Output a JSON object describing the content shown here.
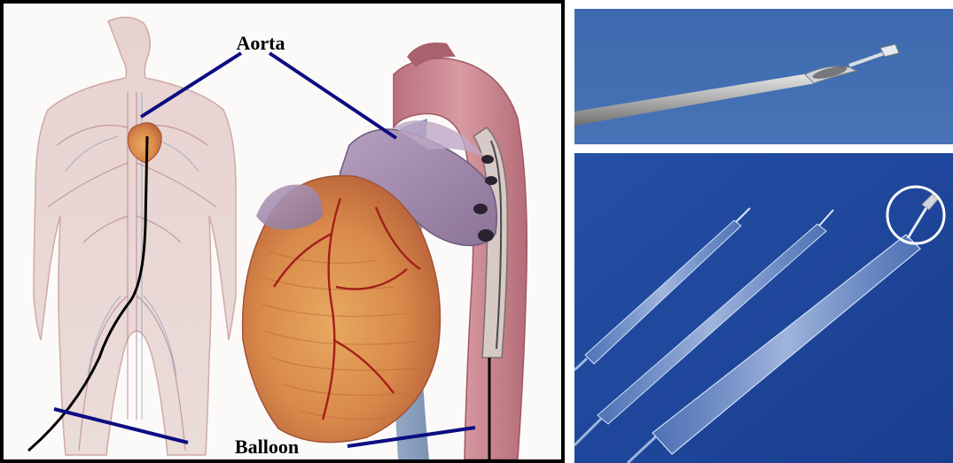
{
  "figure": {
    "label_top": "Aorta",
    "label_bottom": "Balloon"
  },
  "colors": {
    "pointer_line": "#0d0d82",
    "frame": "#000000",
    "photo_bg_top": "#3c66ab",
    "photo_bg_bottom": "#1c3f99",
    "heart_muscle": "#e2a25a",
    "aorta": "#c9848e",
    "vessel_purple": "#9d86a6",
    "highlight_circle": "#ffffff"
  },
  "icons": {
    "anatomy": "body-silhouette-icon",
    "heart": "heart-illustration-icon",
    "catheter_tip": "catheter-tip-photo",
    "balloons": "balloon-catheters-photo"
  }
}
